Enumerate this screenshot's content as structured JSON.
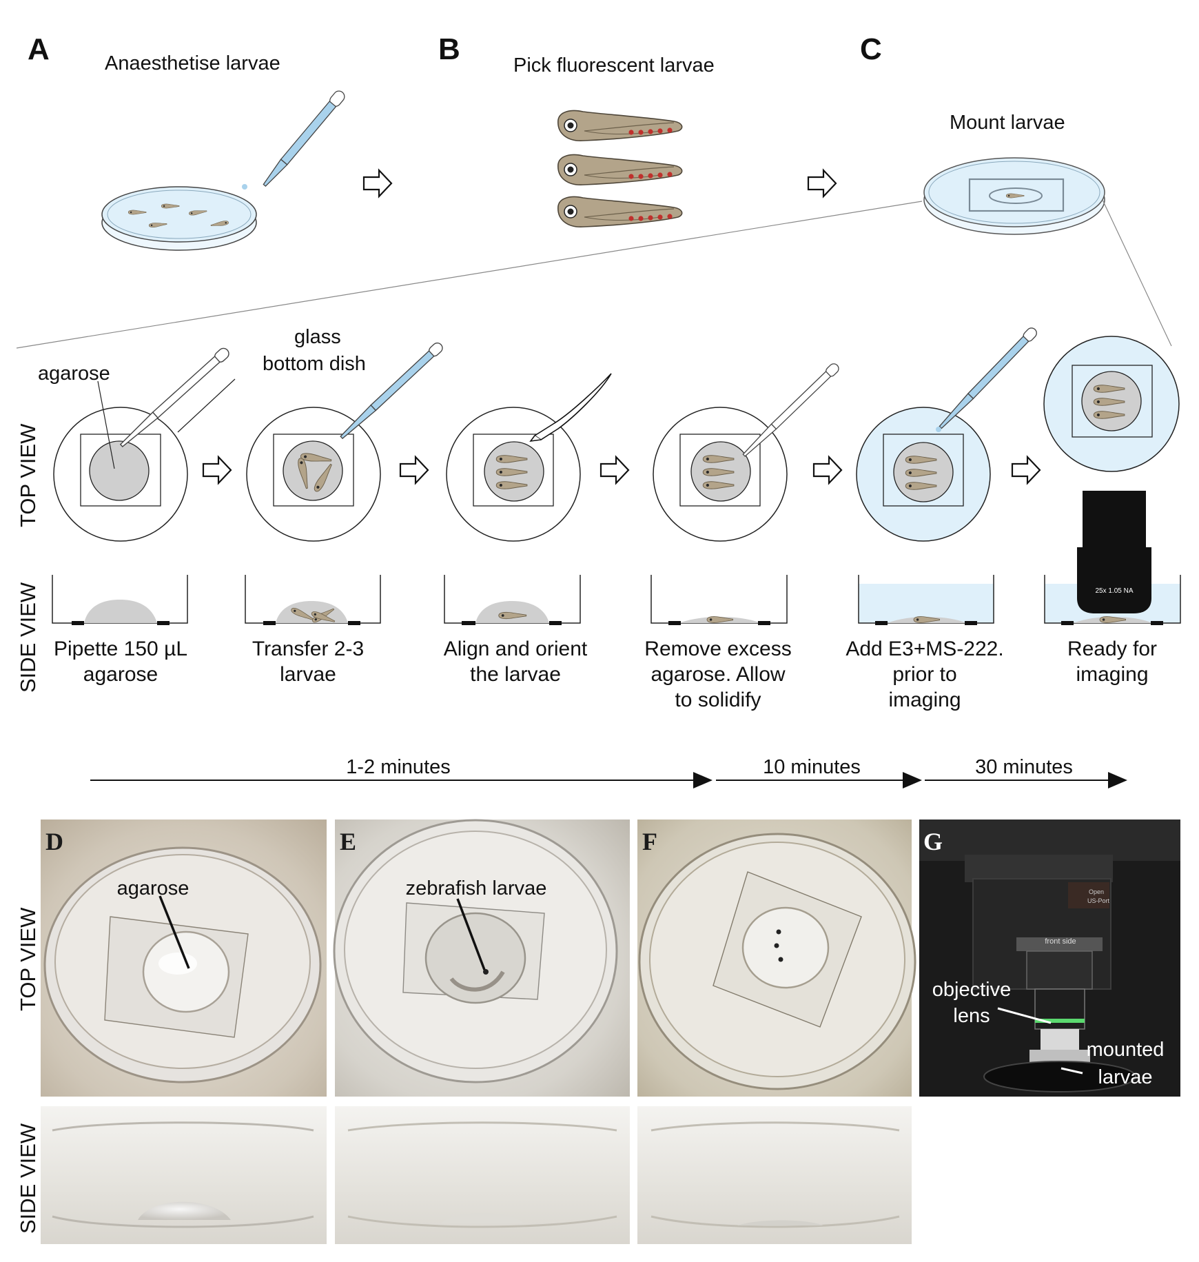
{
  "panels": {
    "a": {
      "letter": "A",
      "title": "Anaesthetise larvae"
    },
    "b": {
      "letter": "B",
      "title": "Pick fluorescent larvae"
    },
    "c": {
      "letter": "C",
      "title": "Mount larvae"
    }
  },
  "views": {
    "top": "TOP VIEW",
    "side": "SIDE VIEW"
  },
  "callouts": {
    "agarose": "agarose",
    "glass_line1": "glass",
    "glass_line2": "bottom dish"
  },
  "steps": [
    {
      "lines": [
        "Pipette 150 µL",
        "agarose"
      ]
    },
    {
      "lines": [
        "Transfer 2-3",
        "larvae"
      ]
    },
    {
      "lines": [
        "Align and orient",
        "the larvae"
      ]
    },
    {
      "lines": [
        "Remove excess",
        "agarose. Allow",
        "to solidify"
      ]
    },
    {
      "lines": [
        "Add E3+MS-222.",
        "prior to",
        "imaging"
      ]
    },
    {
      "lines": [
        "Ready for",
        "imaging"
      ]
    }
  ],
  "objective_text": "25x 1.05 NA",
  "timeline": [
    {
      "label": "1-2 minutes"
    },
    {
      "label": "10 minutes"
    },
    {
      "label": "30 minutes"
    }
  ],
  "photos": {
    "d": {
      "letter": "D",
      "label": "agarose"
    },
    "e": {
      "letter": "E",
      "label": "zebrafish larvae"
    },
    "f": {
      "letter": "F"
    },
    "g": {
      "letter": "G",
      "objective_line1": "objective",
      "objective_line2": "lens",
      "mounted_line1": "mounted",
      "mounted_line2": "larvae",
      "front_side": "front side",
      "port": "US-Port",
      "open": "Open"
    }
  },
  "colors": {
    "water": "#dff0fa",
    "agarose": "#cfcfcf",
    "larva": "#b3a48a",
    "fluorescent_dot": "#c0302c",
    "pipette_liquid": "#a9d2ec",
    "photo_warm": "#c9bfae",
    "photo_dark": "#1b1b1b"
  }
}
